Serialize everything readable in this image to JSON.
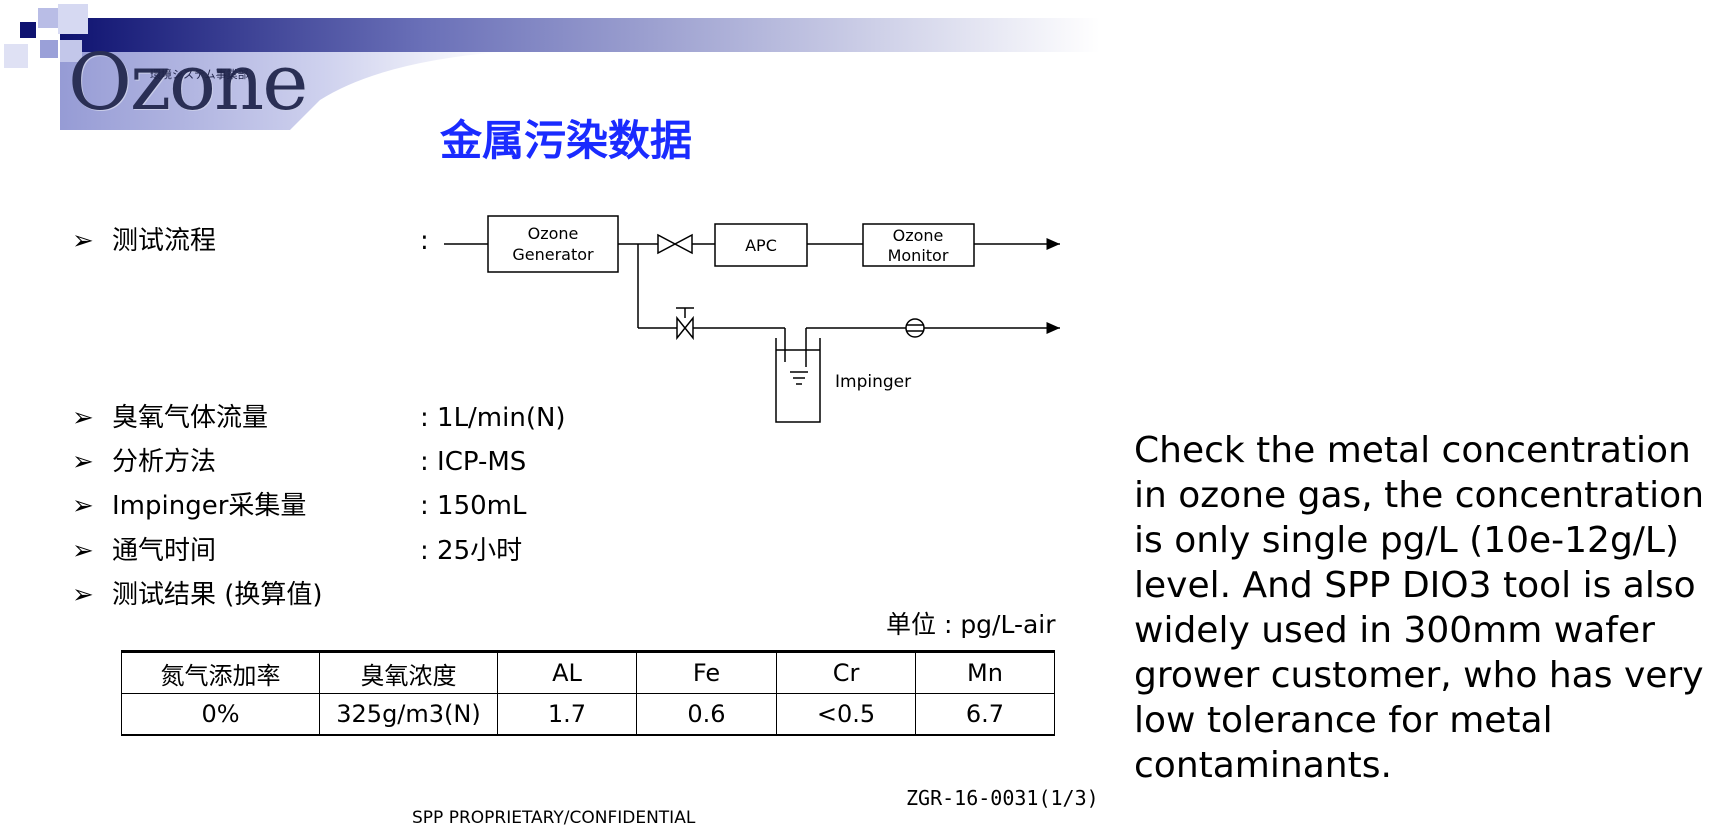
{
  "header": {
    "logo_text": "Ozone",
    "logo_tagline": "環境システム事業部",
    "title": "金属污染数据"
  },
  "bullets": [
    {
      "label": "测试流程",
      "value": ":"
    },
    {
      "label": "臭氧气体流量",
      "value": ": 1L/min(N)"
    },
    {
      "label": "分析方法",
      "value": ": ICP-MS"
    },
    {
      "label": "Impinger采集量",
      "value": ": 150mL"
    },
    {
      "label": "通气时间",
      "value": ": 25小时"
    },
    {
      "label": "测试结果 (换算值)",
      "value": ""
    }
  ],
  "bullet_glyph": "➢",
  "flow": {
    "generator": [
      "Ozone",
      "Generator"
    ],
    "apc": "APC",
    "monitor": [
      "Ozone",
      "Monitor"
    ],
    "impinger": "Impinger"
  },
  "table": {
    "unit": "单位 : pg/L-air",
    "headers": [
      "氮气添加率",
      "臭氧浓度",
      "AL",
      "Fe",
      "Cr",
      "Mn"
    ],
    "rows": [
      [
        "0%",
        "325g/m3(N)",
        "1.7",
        "0.6",
        "<0.5",
        "6.7"
      ]
    ]
  },
  "side_text": "Check the metal concentration in ozone gas, the concentration is only single pg/L (10e-12g/L) level. And SPP DIO3 tool is also widely used in 300mm wafer grower customer, who has very low tolerance for metal contaminants.",
  "footer": {
    "doc_code": "ZGR-16-0031(1/3)",
    "confidential": "SPP PROPRIETARY/CONFIDENTIAL"
  }
}
